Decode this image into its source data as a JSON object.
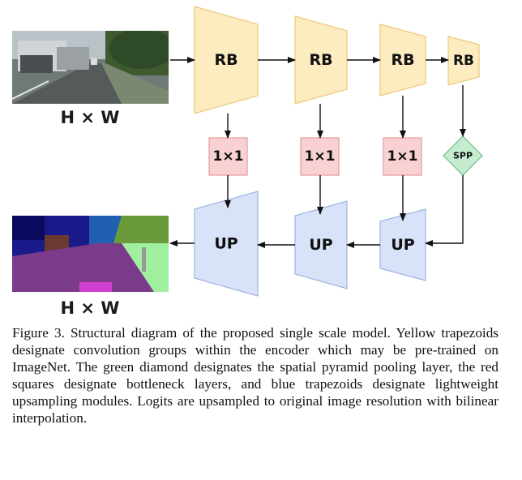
{
  "input_image": {
    "dim_label": "H × W",
    "icon": "street-scene-photo"
  },
  "output_image": {
    "dim_label": "H × W",
    "icon": "segmentation-map"
  },
  "encoder": {
    "blocks": [
      "RB",
      "RB",
      "RB",
      "RB"
    ],
    "color": "#fcecc0",
    "border": "#ecc97a"
  },
  "bottleneck": {
    "blocks": [
      "1×1",
      "1×1",
      "1×1"
    ],
    "color": "#f8d2d2",
    "border": "#e59a9a"
  },
  "spp": {
    "label": "SPP",
    "color": "#c6ecd0",
    "border": "#6cbf86"
  },
  "decoder": {
    "blocks": [
      "UP",
      "UP",
      "UP"
    ],
    "color": "#d8e2f8",
    "border": "#9fb3e0"
  },
  "caption": "Figure 3. Structural diagram of the proposed single scale model. Yellow trapezoids designate convolution groups within the encoder which may be pre-trained on ImageNet. The green diamond designates the spatial pyramid pooling layer, the red squares designate bottleneck layers, and blue trapezoids designate lightweight upsampling modules. Logits are upsampled to original image resolution with bilinear interpolation."
}
